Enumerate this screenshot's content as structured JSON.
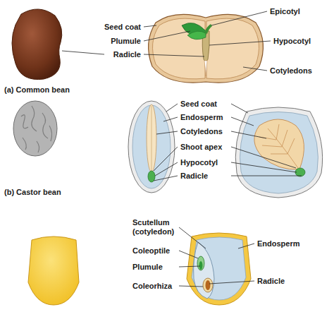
{
  "diagram": {
    "labels": [
      "Seed coat",
      "Epicotyl",
      "Plumule",
      "Hypocotyl",
      "Radicle",
      "Cotyledons",
      "(a) Common bean",
      "Seed coat",
      "Endosperm",
      "Cotyledons",
      "Shoot apex",
      "Hypocotyl",
      "Radicle",
      "(b) Castor bean",
      "Scutellum (cotyledon)",
      "Endosperm",
      "Coleoptile",
      "Plumule",
      "Coleorhiza",
      "Radicle"
    ]
  }
}
